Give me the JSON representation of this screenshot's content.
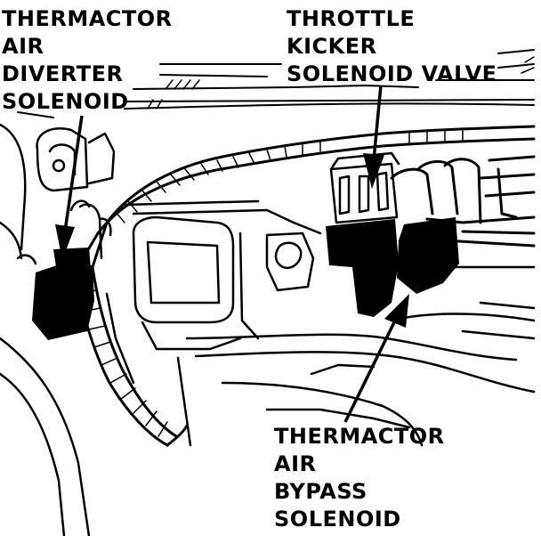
{
  "labels": {
    "diverter": [
      "THERMACTOR",
      "AIR",
      "DIVERTER",
      "SOLENOID"
    ],
    "throttle": [
      "THROTTLE",
      "KICKER",
      "SOLENOID VALVE"
    ],
    "bypass": [
      "THERMACTOR",
      "AIR",
      "BYPASS",
      "SOLENOID"
    ]
  },
  "colors": {
    "ink": "#000000",
    "paper": "#ffffff"
  }
}
